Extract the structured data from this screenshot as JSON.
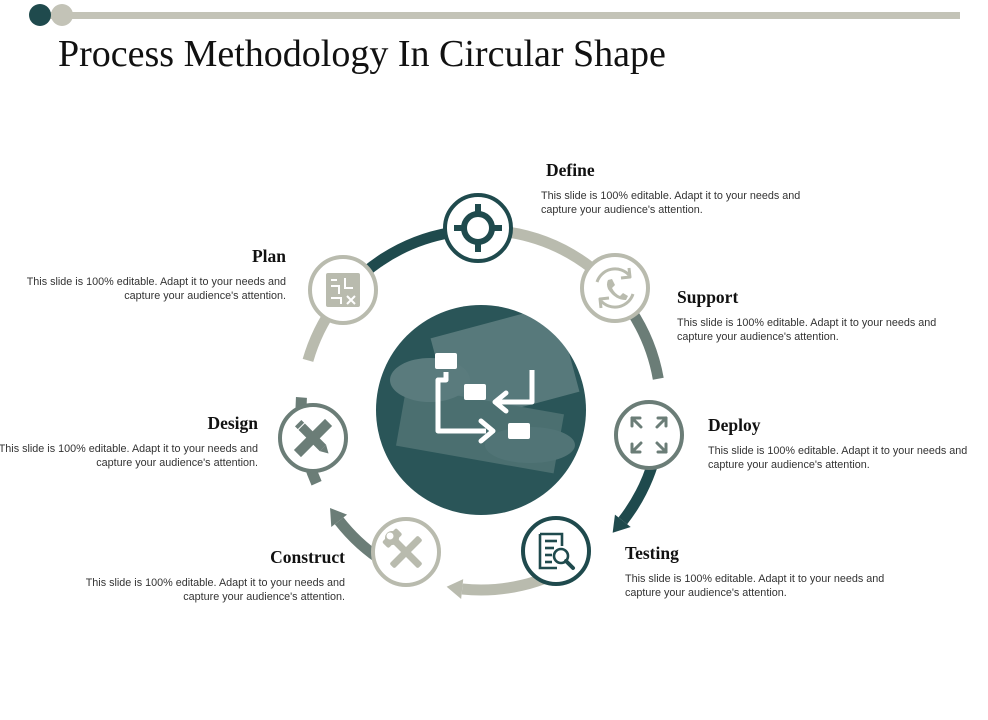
{
  "title": "Process Methodology In Circular Shape",
  "colors": {
    "dark": "#1f4a4d",
    "mid": "#6b7d77",
    "light": "#b9bbae",
    "accent": "#c3c3b7"
  },
  "steps": [
    {
      "name": "Define",
      "desc": "This slide is 100% editable. Adapt it to your needs and capture your audience's attention.",
      "icon": "crosshair-icon"
    },
    {
      "name": "Support",
      "desc": "This slide is 100% editable. Adapt it to your needs and capture your audience's attention.",
      "icon": "phone-refresh-icon"
    },
    {
      "name": "Deploy",
      "desc": "This slide is 100% editable. Adapt it to your needs and capture your audience's attention.",
      "icon": "expand-icon"
    },
    {
      "name": "Testing",
      "desc": "This slide is 100% editable. Adapt it to your needs and capture your audience's attention.",
      "icon": "document-search-icon"
    },
    {
      "name": "Construct",
      "desc": "This slide is 100% editable. Adapt it to your needs and capture your audience's attention.",
      "icon": "tools-icon"
    },
    {
      "name": "Design",
      "desc": "This slide is 100% editable. Adapt it to your needs and capture your audience's attention.",
      "icon": "pencil-ruler-icon"
    },
    {
      "name": "Plan",
      "desc": "This slide is 100% editable. Adapt it to your needs and capture your audience's attention.",
      "icon": "blueprint-icon"
    }
  ],
  "center_icon": "process-flow-icon"
}
